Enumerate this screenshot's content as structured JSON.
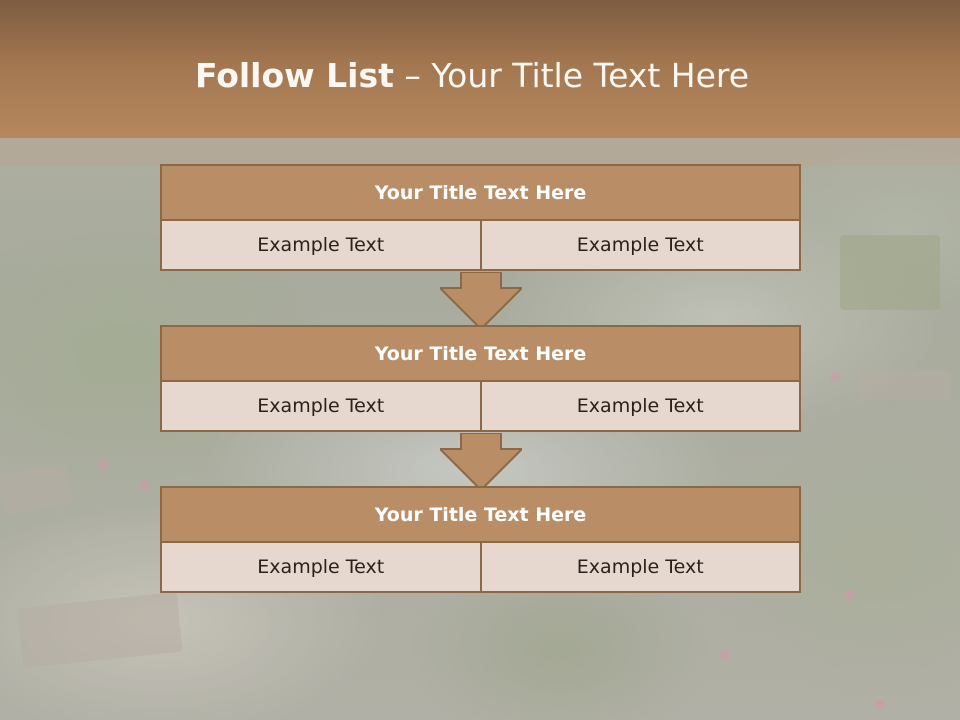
{
  "slide": {
    "title_bold": "Follow List",
    "title_rest": " – Your Title Text Here"
  },
  "steps": [
    {
      "title": "Your Title Text Here",
      "cells": [
        "Example Text",
        "Example Text"
      ]
    },
    {
      "title": "Your Title Text Here",
      "cells": [
        "Example Text",
        "Example Text"
      ]
    },
    {
      "title": "Your Title Text Here",
      "cells": [
        "Example Text",
        "Example Text"
      ]
    }
  ],
  "colors": {
    "header": "#a2764f",
    "block_fill": "#b98d66",
    "cell_fill": "#e6d8cf",
    "border": "#8c6845"
  }
}
